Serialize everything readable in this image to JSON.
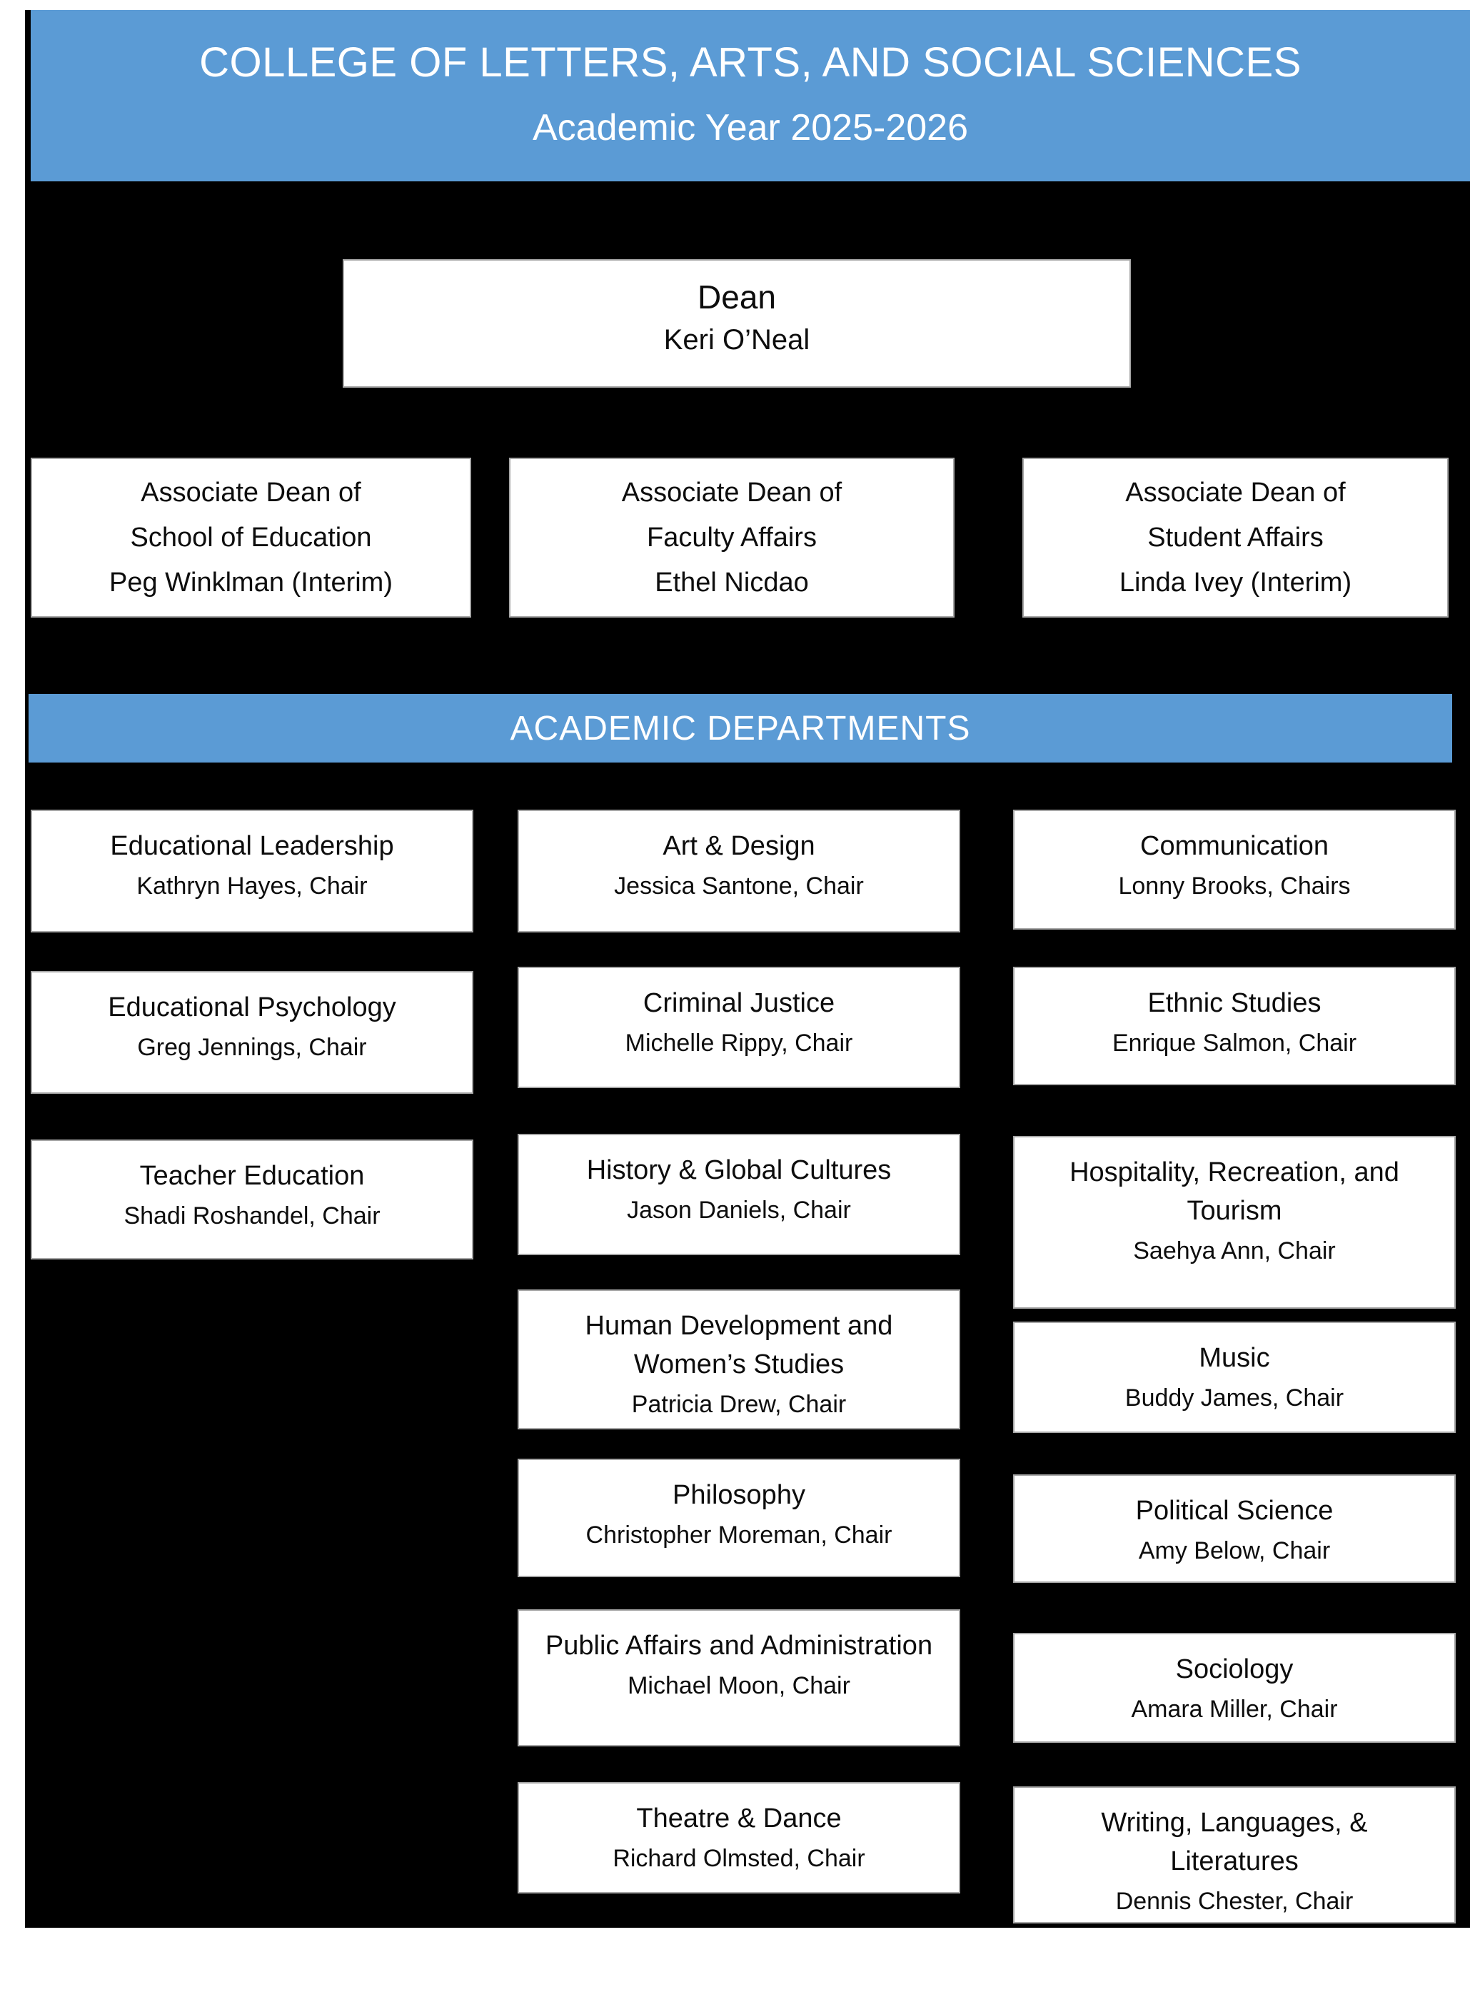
{
  "header": {
    "title_line1": "COLLEGE OF LETTERS, ARTS, AND SOCIAL SCIENCES",
    "title_line2": "Academic Year 2025-2026"
  },
  "colors": {
    "banner_blue": "#5b9bd5",
    "background_black": "#000000",
    "box_white": "#ffffff",
    "box_border_gray": "#a6a6a6",
    "banner_text_white": "#ffffff",
    "box_text_black": "#0d0d0d"
  },
  "dean": {
    "title": "Dean",
    "name": "Keri O’Neal"
  },
  "associate_deans": [
    {
      "title_line1": "Associate Dean of",
      "title_line2": "School of Education",
      "name": "Peg Winklman (Interim)"
    },
    {
      "title_line1": "Associate Dean of",
      "title_line2": "Faculty Affairs",
      "name": "Ethel Nicdao"
    },
    {
      "title_line1": "Associate Dean of",
      "title_line2": "Student Affairs",
      "name": "Linda Ivey (Interim)"
    }
  ],
  "departments_banner": "ACADEMIC DEPARTMENTS",
  "departments": {
    "column1": [
      {
        "name": "Educational Leadership",
        "chair": "Kathryn Hayes, Chair"
      },
      {
        "name": "Educational Psychology",
        "chair": "Greg Jennings, Chair"
      },
      {
        "name": "Teacher Education",
        "chair": "Shadi Roshandel, Chair"
      }
    ],
    "column2": [
      {
        "name": "Art & Design",
        "chair": "Jessica Santone, Chair"
      },
      {
        "name": "Criminal Justice",
        "chair": "Michelle Rippy, Chair"
      },
      {
        "name": "History & Global Cultures",
        "chair": "Jason Daniels, Chair"
      },
      {
        "name": "Human Development and Women’s Studies",
        "chair": "Patricia Drew, Chair"
      },
      {
        "name": "Philosophy",
        "chair": "Christopher Moreman, Chair"
      },
      {
        "name": "Public Affairs and Administration",
        "chair": "Michael Moon, Chair"
      },
      {
        "name": "Theatre & Dance",
        "chair": "Richard Olmsted, Chair"
      }
    ],
    "column3": [
      {
        "name": "Communication",
        "chair": "Lonny Brooks, Chairs"
      },
      {
        "name": "Ethnic Studies",
        "chair": "Enrique Salmon, Chair"
      },
      {
        "name": "Hospitality, Recreation, and Tourism",
        "chair": "Saehya Ann, Chair"
      },
      {
        "name": "Music",
        "chair": "Buddy James, Chair"
      },
      {
        "name": "Political Science",
        "chair": "Amy Below, Chair"
      },
      {
        "name": "Sociology",
        "chair": "Amara Miller, Chair"
      },
      {
        "name": "Writing, Languages, & Literatures",
        "chair": "Dennis Chester, Chair"
      }
    ]
  }
}
